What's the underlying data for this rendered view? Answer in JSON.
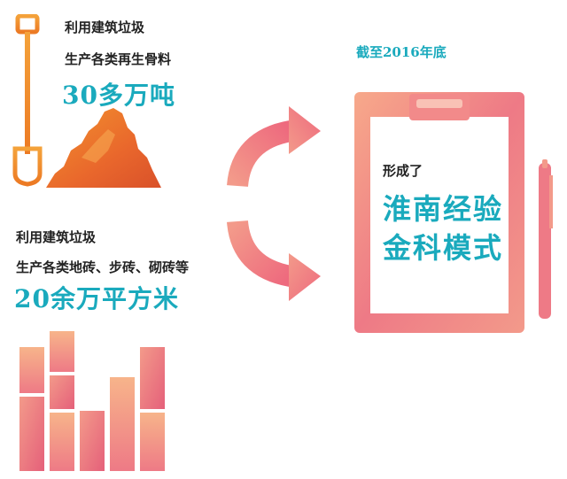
{
  "colors": {
    "accent_teal": "#1aaabd",
    "orange": "#f08a2c",
    "pink": "#ee7a86",
    "salmon": "#f39a8a",
    "text_dark": "#222222"
  },
  "top_left": {
    "line1": "利用建筑垃圾",
    "line2": "生产各类再生骨料",
    "amount": "30多万吨"
  },
  "bottom_left": {
    "line1": "利用建筑垃圾",
    "line2": "生产各类地砖、步砖、砌砖等",
    "amount": "20余万平方米"
  },
  "right": {
    "date_label": "截至2016年底",
    "board_small": "形成了",
    "board_line1": "淮南经验",
    "board_line2": "金科模式"
  },
  "icons": [
    "shovel-icon",
    "rubble-pile-icon",
    "bricks-icon",
    "cycle-arrows-icon",
    "clipboard-icon",
    "pen-icon"
  ]
}
